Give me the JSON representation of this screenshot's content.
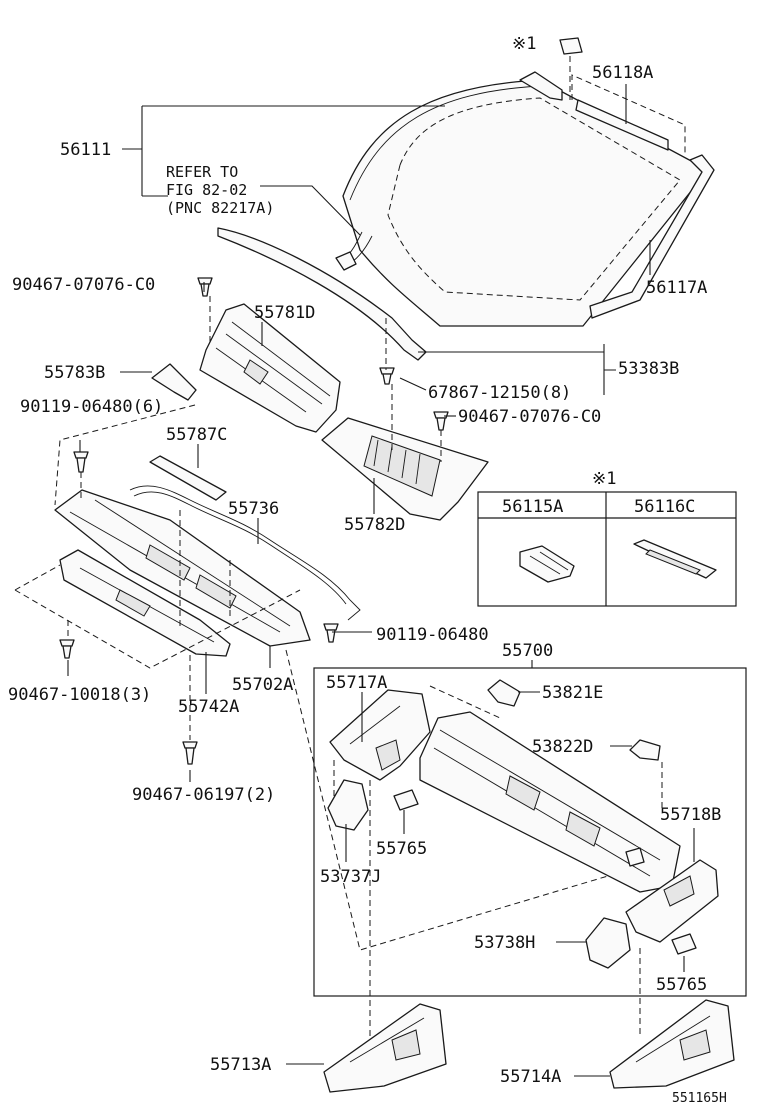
{
  "labels": {
    "windshield": "56111",
    "refer_line1": "REFER TO",
    "refer_line2": "FIG 82-02",
    "refer_line3": "(PNC 82217A)",
    "molding_top": "56118A",
    "molding_side": "56117A",
    "clip_top": "90467-07076-C0",
    "cowl_top_left": "55781D",
    "seal_side": "55783B",
    "screw_left": "90119-06480(6)",
    "pad": "55787C",
    "seal_long": "55736",
    "cowl_top_right": "55782D",
    "molding_lower": "53383B",
    "clip_lower": "67867-12150(8)",
    "clip_right": "90467-07076-C0",
    "clip_left_bottom": "90467-10018(3)",
    "cowl_lower": "55742A",
    "cowl_vent": "55702A",
    "screw_right": "90119-06480",
    "bolt_bottom": "90467-06197(2)",
    "panel_assy": "55700",
    "brace_left": "55717A",
    "bracket_a": "53821E",
    "bracket_b": "53822D",
    "brace_right": "55718B",
    "bracket_small": "55765",
    "support_left": "53737J",
    "bracket_small_2": "55765",
    "support_right": "53738H",
    "apron_left": "55713A",
    "apron_right": "55714A",
    "diagram_code": "551165H"
  },
  "mark": {
    "note_symbol": "※1"
  },
  "inset": {
    "note_symbol": "※1",
    "col1_header": "56115A",
    "col2_header": "56116C"
  }
}
